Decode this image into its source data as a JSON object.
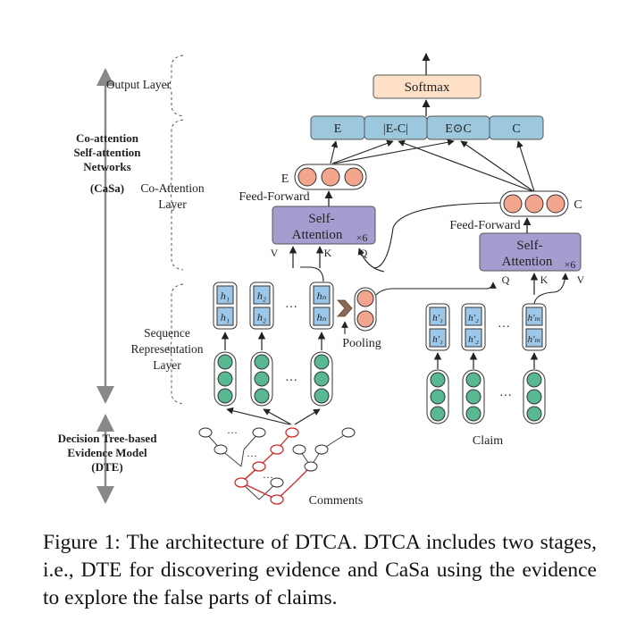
{
  "left_panel": {
    "output_layer": "Output Layer",
    "casa_title": [
      "Co-attention",
      "Self-attention",
      "Networks",
      "(CaSa)"
    ],
    "co_attention_layer": [
      "Co-Attention",
      "Layer"
    ],
    "seq_layer": [
      "Sequence",
      "Representation",
      "Layer"
    ],
    "dte_title": [
      "Decision Tree-based",
      "Evidence Model",
      "(DTE)"
    ]
  },
  "output": {
    "softmax": "Softmax",
    "concat_cells": [
      "E",
      "|E-C|",
      "E⊙C",
      "C"
    ]
  },
  "evidence_branch": {
    "e_label": "E",
    "feed_forward": "Feed-Forward",
    "self_attention": [
      "Self-",
      "Attention"
    ],
    "times": "×6",
    "inputs": [
      "V",
      "K",
      "Q"
    ],
    "hidden_cells": [
      {
        "top": "h₁",
        "bottom": "h₁"
      },
      {
        "top": "h₂",
        "bottom": "h₂"
      },
      {
        "top": "hₙ",
        "bottom": "hₙ"
      }
    ],
    "dots": "···",
    "pooling": "Pooling"
  },
  "claim_branch": {
    "c_label": "C",
    "feed_forward": "Feed-Forward",
    "self_attention": [
      "Self-",
      "Attention"
    ],
    "times": "×6",
    "inputs": [
      "Q",
      "K",
      "V"
    ],
    "hidden_cells": [
      {
        "top": "h′₁",
        "bottom": "h′₁"
      },
      {
        "top": "h′₂",
        "bottom": "h′₂"
      },
      {
        "top": "h′ₘ",
        "bottom": "h′ₘ"
      }
    ],
    "dots": "···",
    "claim_label": "Claim"
  },
  "tree": {
    "comments_label": "Comments",
    "dots": "···"
  },
  "caption": "Figure 1: The architecture of DTCA. DTCA includes two stages, i.e., DTE for discovering evidence and CaSa using the evidence to explore the false parts of claims.",
  "colors": {
    "concat_fill": "#9cc7dd",
    "softmax_fill": "#fde0c6",
    "attention_fill": "#a69ccf",
    "salmon_node": "#f3a58e",
    "green_node": "#57b891",
    "hidden_fill": "#9cc7e8",
    "tree_red": "#cc2e2e"
  }
}
